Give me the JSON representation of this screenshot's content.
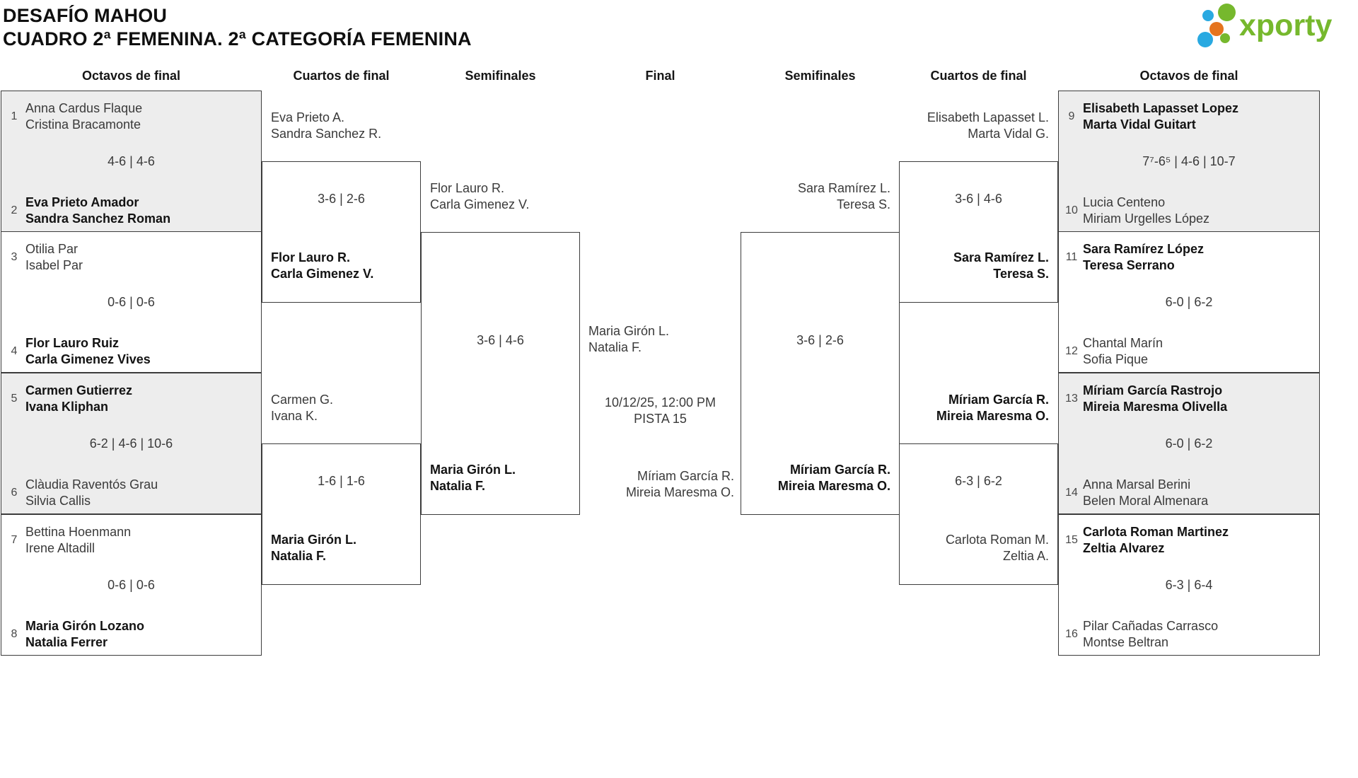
{
  "title": {
    "line1": "DESAFÍO MAHOU",
    "line2": "CUADRO 2ª FEMENINA. 2ª CATEGORÍA FEMENINA"
  },
  "logo": {
    "text": "xporty",
    "green": "#76B82D",
    "blue": "#29A9E1",
    "orange": "#E5741E"
  },
  "headers": [
    "Octavos de final",
    "Cuartos de final",
    "Semifinales",
    "Final",
    "Semifinales",
    "Cuartos de final",
    "Octavos de final"
  ],
  "r16_left": [
    {
      "seed_top": "1",
      "team_top": [
        "Anna Cardus Flaque",
        "Cristina Bracamonte"
      ],
      "score": "4-6 | 4-6",
      "seed_bottom": "2",
      "team_bottom": [
        "Eva Prieto Amador",
        "Sandra Sanchez Roman"
      ],
      "winner": "bottom"
    },
    {
      "seed_top": "3",
      "team_top": [
        "Otilia Par",
        "Isabel Par"
      ],
      "score": "0-6 | 0-6",
      "seed_bottom": "4",
      "team_bottom": [
        "Flor Lauro Ruiz",
        "Carla Gimenez Vives"
      ],
      "winner": "bottom"
    },
    {
      "seed_top": "5",
      "team_top": [
        "Carmen Gutierrez",
        "Ivana Kliphan"
      ],
      "score": "6-2 | 4-6 | 10-6",
      "seed_bottom": "6",
      "team_bottom": [
        "Clàudia Raventós Grau",
        "Silvia Callis"
      ],
      "winner": "top"
    },
    {
      "seed_top": "7",
      "team_top": [
        "Bettina Hoenmann",
        "Irene Altadill"
      ],
      "score": "0-6 | 0-6",
      "seed_bottom": "8",
      "team_bottom": [
        "Maria Girón Lozano",
        "Natalia Ferrer"
      ],
      "winner": "bottom"
    }
  ],
  "r16_right": [
    {
      "seed_top": "9",
      "team_top": [
        "Elisabeth Lapasset Lopez",
        "Marta Vidal Guitart"
      ],
      "score": "7⁷-6⁵ | 4-6 | 10-7",
      "seed_bottom": "10",
      "team_bottom": [
        "Lucia Centeno",
        "Miriam Urgelles López"
      ],
      "winner": "top"
    },
    {
      "seed_top": "11",
      "team_top": [
        "Sara Ramírez López",
        "Teresa Serrano"
      ],
      "score": "6-0 | 6-2",
      "seed_bottom": "12",
      "team_bottom": [
        "Chantal Marín",
        "Sofia Pique"
      ],
      "winner": "top"
    },
    {
      "seed_top": "13",
      "team_top": [
        "Míriam García Rastrojo",
        "Mireia Maresma Olivella"
      ],
      "score": "6-0 | 6-2",
      "seed_bottom": "14",
      "team_bottom": [
        "Anna Marsal Berini",
        "Belen Moral Almenara"
      ],
      "winner": "top"
    },
    {
      "seed_top": "15",
      "team_top": [
        "Carlota Roman Martinez",
        "Zeltia Alvarez"
      ],
      "score": "6-3 | 6-4",
      "seed_bottom": "16",
      "team_bottom": [
        "Pilar Cañadas Carrasco",
        "Montse Beltran"
      ],
      "winner": "top"
    }
  ],
  "qf_left": [
    {
      "team_top": [
        "Eva Prieto A.",
        "Sandra Sanchez R."
      ],
      "score": "3-6 | 2-6",
      "team_bottom": [
        "Flor Lauro R.",
        "Carla Gimenez V."
      ],
      "winner": "bottom"
    },
    {
      "team_top": [
        "Carmen G.",
        "Ivana K."
      ],
      "score": "1-6 | 1-6",
      "team_bottom": [
        "Maria Girón L.",
        "Natalia F."
      ],
      "winner": "bottom"
    }
  ],
  "qf_right": [
    {
      "team_top": [
        "Elisabeth Lapasset L.",
        "Marta Vidal G."
      ],
      "score": "3-6 | 4-6",
      "team_bottom": [
        "Sara Ramírez L.",
        "Teresa S."
      ],
      "winner": "bottom"
    },
    {
      "team_top": [
        "Míriam García R.",
        "Mireia Maresma O."
      ],
      "score": "6-3 | 6-2",
      "team_bottom": [
        "Carlota Roman M.",
        "Zeltia A."
      ],
      "winner": "top"
    }
  ],
  "sf_left": {
    "team_top": [
      "Flor Lauro R.",
      "Carla Gimenez V."
    ],
    "score": "3-6 | 4-6",
    "team_bottom": [
      "Maria Girón L.",
      "Natalia F."
    ],
    "winner": "bottom"
  },
  "sf_right": {
    "team_top": [
      "Sara Ramírez L.",
      "Teresa S."
    ],
    "score": "3-6 | 2-6",
    "team_bottom": [
      "Míriam García R.",
      "Mireia Maresma O."
    ],
    "winner": "bottom"
  },
  "final": {
    "team_left": [
      "Maria Girón L.",
      "Natalia F."
    ],
    "schedule_line1": "10/12/25, 12:00 PM",
    "schedule_line2": "PISTA 15",
    "team_right": [
      "Míriam García R.",
      "Mireia Maresma O."
    ]
  }
}
